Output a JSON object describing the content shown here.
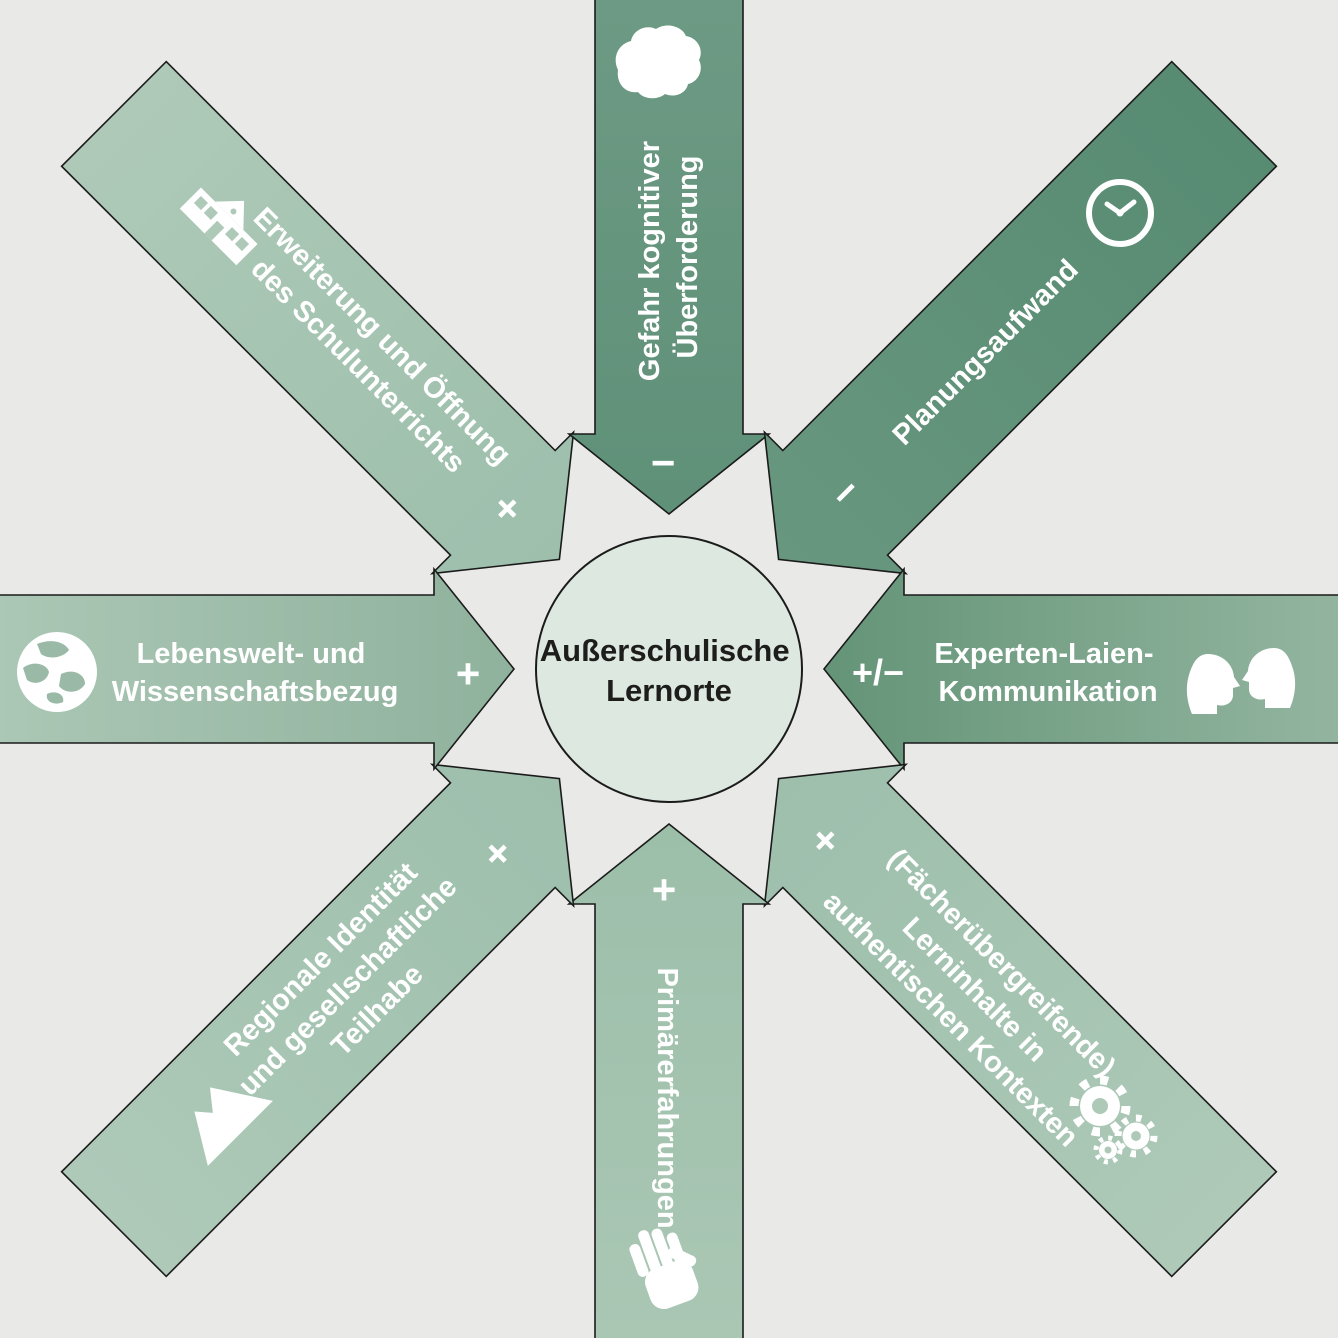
{
  "background_color": "#e9e9e8",
  "outline_color": "#1b1b1b",
  "center": {
    "label_lines": [
      "Außerschulische",
      "Lernorte"
    ],
    "fill": "#dde8e1",
    "text_color": "#1d1d1b"
  },
  "arrows": [
    {
      "position": "top-left",
      "label_lines": [
        "Erweiterung und Öffnung",
        "des Schulunterrichts"
      ],
      "sign": "+",
      "icon": "school-icon",
      "color_tail": "#aec9b8",
      "color_tip": "#9dbfac"
    },
    {
      "position": "top",
      "label_lines": [
        "Gefahr kognitiver",
        "Überforderung"
      ],
      "sign": "−",
      "icon": "brain-icon",
      "color_tail": "#6d9a84",
      "color_tip": "#5f9078"
    },
    {
      "position": "top-right",
      "label_lines": [
        "Planungsaufwand"
      ],
      "sign": "−",
      "icon": "clock-icon",
      "color_tail": "#578b72",
      "color_tip": "#68977f"
    },
    {
      "position": "right",
      "label_lines": [
        "Experten-Laien-",
        "Kommunikation"
      ],
      "sign": "+/−",
      "icon": "communication-icon",
      "color_tail": "#93b5a0",
      "color_tip": "#649477"
    },
    {
      "position": "bottom-right",
      "label_lines": [
        "(Fächerübergreifende)",
        "Lerninhalte in",
        "authentischen Kontexten"
      ],
      "sign": "+",
      "icon": "gears-icon",
      "color_tail": "#aec9b8",
      "color_tip": "#9dbfac"
    },
    {
      "position": "bottom",
      "label_lines": [
        "Primärerfahrungen"
      ],
      "sign": "+",
      "icon": "hand-icon",
      "color_tail": "#aac7b4",
      "color_tip": "#9cbfaa"
    },
    {
      "position": "bottom-left",
      "label_lines": [
        "Regionale Identität",
        "und gesellschaftliche",
        "Teilhabe"
      ],
      "sign": "+",
      "icon": "mountain-icon",
      "color_tail": "#aec9b8",
      "color_tip": "#9dbfac"
    },
    {
      "position": "left",
      "label_lines": [
        "Lebenswelt- und",
        "Wissenschaftsbezug"
      ],
      "sign": "+",
      "icon": "globe-icon",
      "color_tail": "#abc7b5",
      "color_tip": "#8fb29d"
    }
  ]
}
